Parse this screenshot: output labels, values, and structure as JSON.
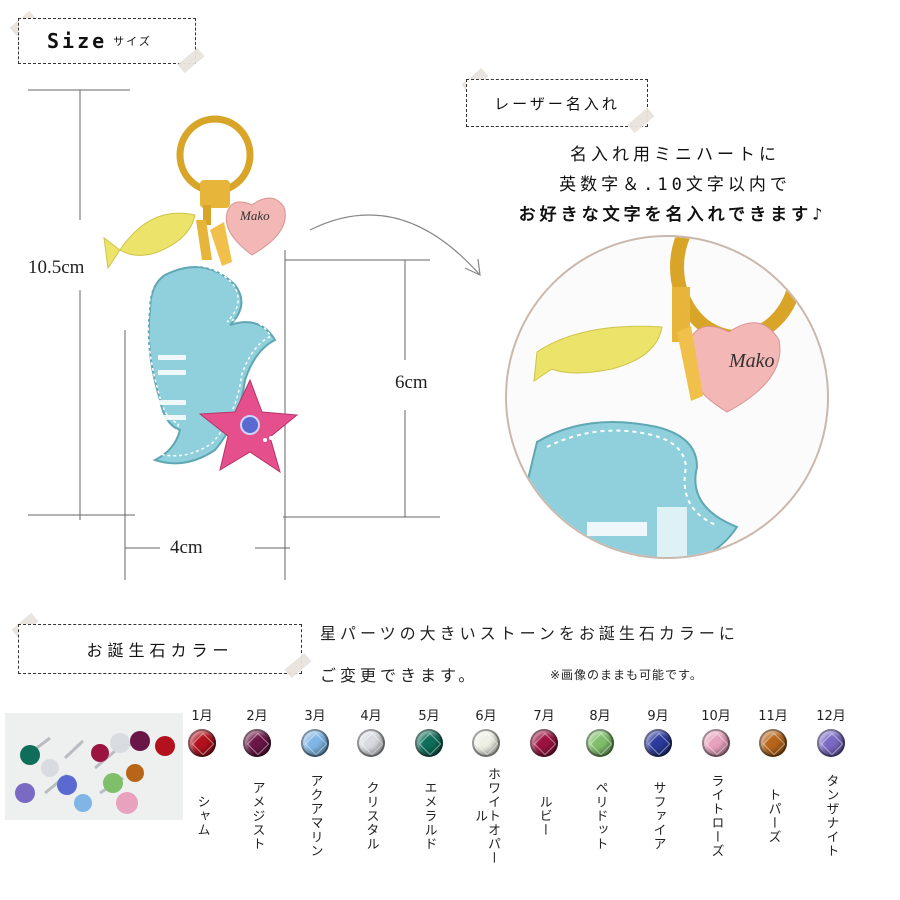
{
  "size_section": {
    "title_main": "Size",
    "title_sub": "サイズ",
    "dim_height": "10.5cm",
    "dim_body": "6cm",
    "dim_width": "4cm"
  },
  "laser_section": {
    "title": "レーザー名入れ",
    "lines": [
      "名入れ用ミニハートに",
      "英数字＆.10文字以内で",
      "お好きな文字を名入れできます♪"
    ]
  },
  "product": {
    "heart_text": "Mako"
  },
  "birthstone_section": {
    "title": "お誕生石カラー",
    "desc_line1": "星パーツの大きいストーンをお誕生石カラーに",
    "desc_line2": "ご変更できます。",
    "note": "※画像のままも可能です。",
    "stones": [
      {
        "month": "1月",
        "name": "シャム",
        "color": "#b2111d"
      },
      {
        "month": "2月",
        "name": "アメジスト",
        "color": "#6a1646"
      },
      {
        "month": "3月",
        "name": "アクアマリン",
        "color": "#7fb6e6"
      },
      {
        "month": "4月",
        "name": "クリスタル",
        "color": "#d8dbe0"
      },
      {
        "month": "5月",
        "name": "エメラルド",
        "color": "#0f6e5a"
      },
      {
        "month": "6月",
        "name": "ホワイトオパール",
        "color": "#eef0e4"
      },
      {
        "month": "7月",
        "name": "ルビー",
        "color": "#9c1240"
      },
      {
        "month": "8月",
        "name": "ペリドット",
        "color": "#7fbf6a"
      },
      {
        "month": "9月",
        "name": "サファイア",
        "color": "#2b3a9c"
      },
      {
        "month": "10月",
        "name": "ライトローズ",
        "color": "#e8a2bd"
      },
      {
        "month": "11月",
        "name": "トパーズ",
        "color": "#b8651a"
      },
      {
        "month": "12月",
        "name": "タンザナイト",
        "color": "#7b6ac4"
      }
    ]
  }
}
